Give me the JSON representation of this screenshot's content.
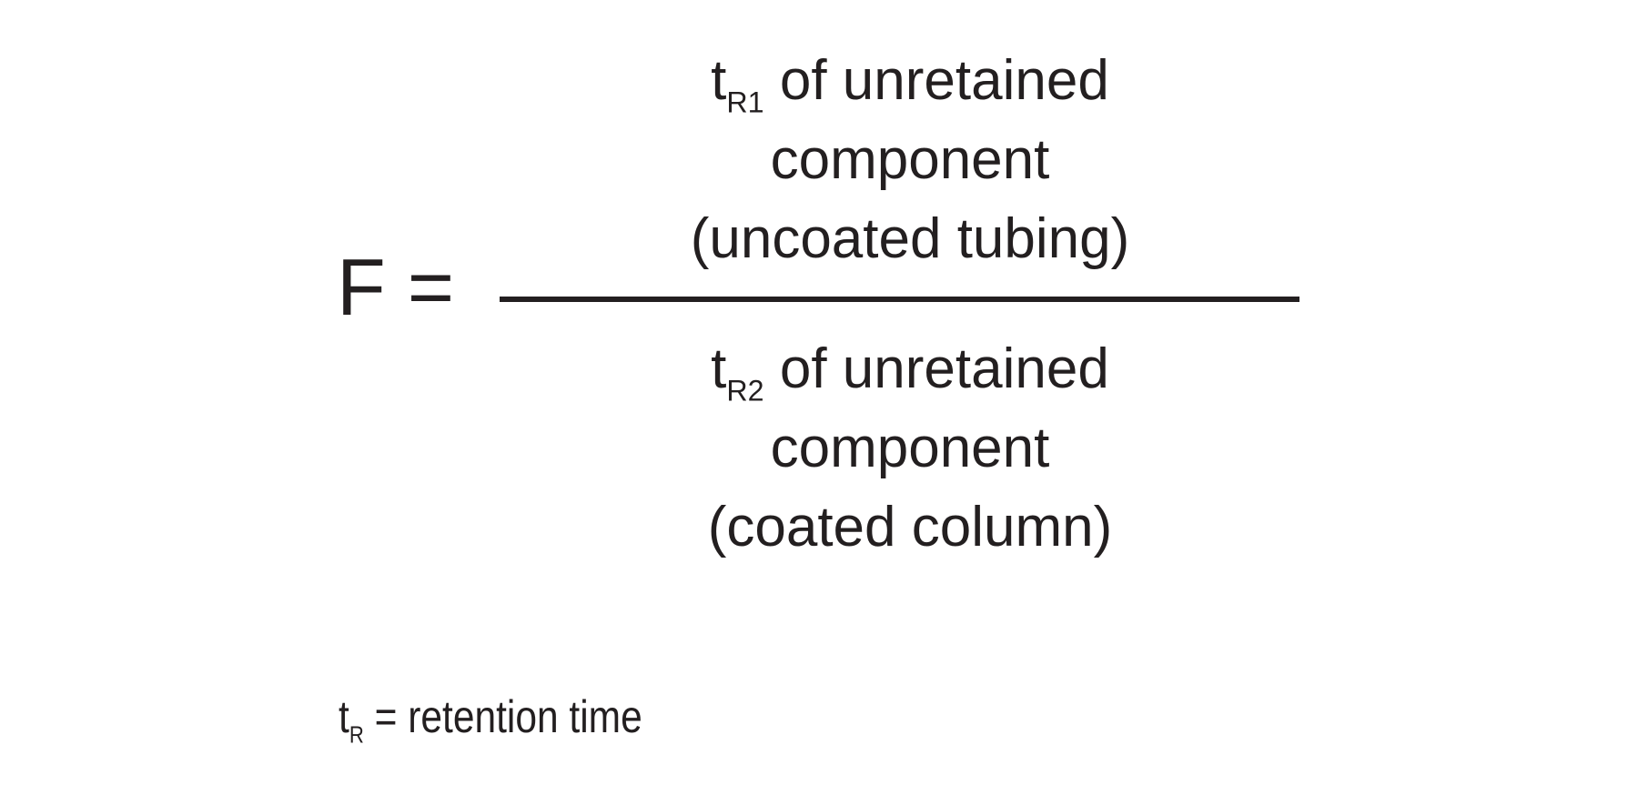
{
  "formula": {
    "lhs_var": "F",
    "equals": "=",
    "numerator": {
      "symbol": "t",
      "subscript": "R1",
      "line1_rest": " of unretained",
      "line2": "component",
      "line3": "(uncoated tubing)"
    },
    "denominator": {
      "symbol": "t",
      "subscript": "R2",
      "line1_rest": " of unretained",
      "line2": "component",
      "line3": "(coated column)"
    }
  },
  "legend": {
    "symbol": "t",
    "subscript": "R",
    "definition": " = retention time"
  }
}
